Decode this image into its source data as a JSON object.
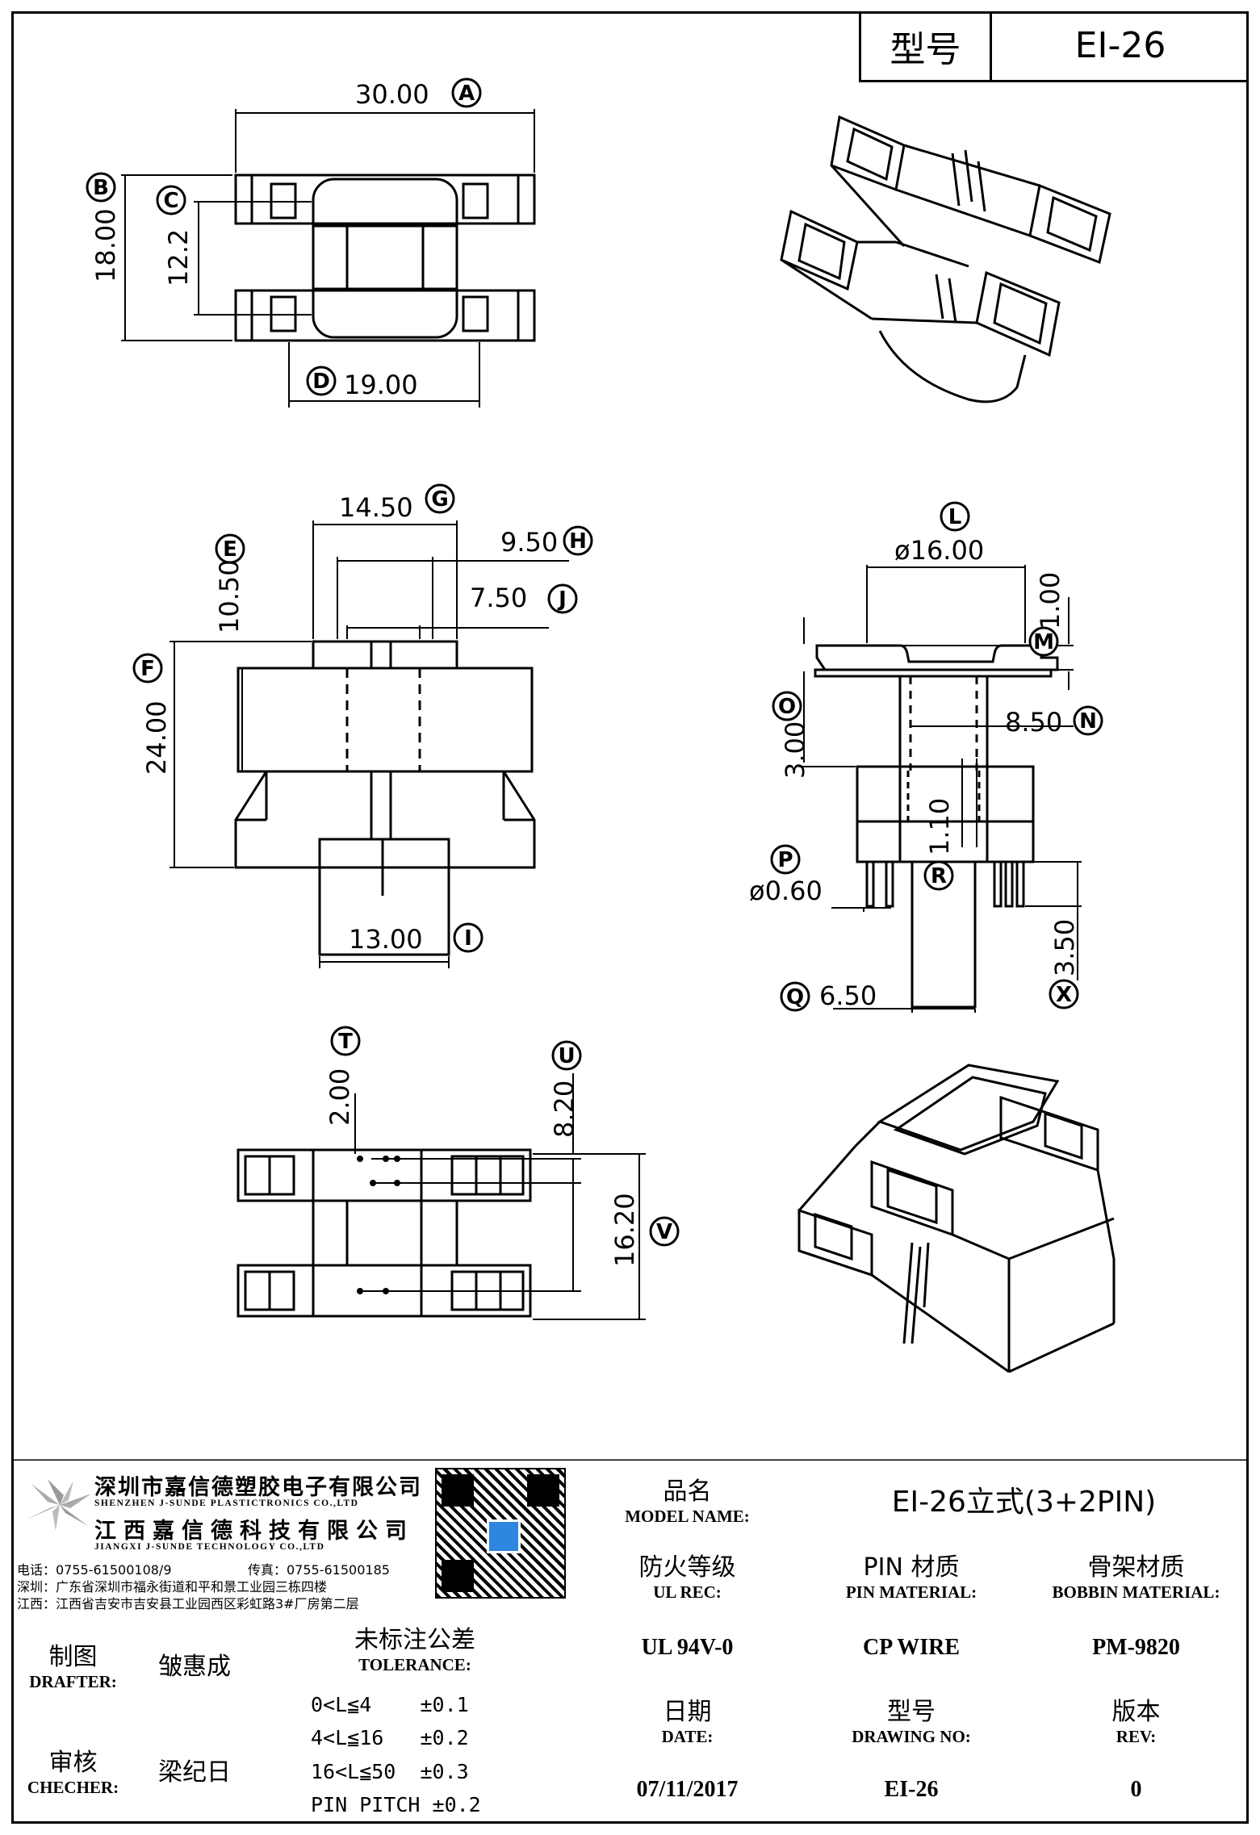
{
  "header": {
    "model_label": "型号",
    "model_value": "EI-26"
  },
  "dimensions": {
    "A": "30.00",
    "B": "18.00",
    "C": "12.2",
    "D": "19.00",
    "E": "10.50",
    "F": "24.00",
    "G": "14.50",
    "H": "9.50",
    "I": "13.00",
    "J": "7.50",
    "L": "ø16.00",
    "M": "1.00",
    "N": "8.50",
    "O": "3.00",
    "P": "ø0.60",
    "Q": "6.50",
    "R": "1.10",
    "X": "3.50",
    "T": "2.00",
    "U": "8.20",
    "V": "16.20"
  },
  "dimension_letters": [
    "A",
    "B",
    "C",
    "D",
    "E",
    "F",
    "G",
    "H",
    "I",
    "J",
    "L",
    "M",
    "N",
    "O",
    "P",
    "Q",
    "R",
    "X",
    "T",
    "U",
    "V"
  ],
  "company": {
    "name_cn_1": "深圳市嘉信德塑胶电子有限公司",
    "name_en_1": "SHENZHEN J-SUNDE PLASTICTRONICS CO.,LTD",
    "name_cn_2": "江西嘉信德科技有限公司",
    "name_en_2": "JIANGXI J-SUNDE TECHNOLOGY CO.,LTD",
    "phone": "电话：0755-61500108/9",
    "fax": "传真：0755-61500185",
    "addr_sz": "深圳：广东省深圳市福永街道和平和景工业园三栋四楼",
    "addr_jx": "江西：江西省吉安市吉安县工业园西区彩虹路3#厂房第二层"
  },
  "title_block": {
    "model_name_cn": "品名",
    "model_name_en": "MODEL NAME:",
    "model_name_value": "EI-26立式(3+2PIN)",
    "ul_cn": "防火等级",
    "ul_en": "UL REC:",
    "ul_value": "UL 94V-0",
    "pin_cn": "PIN 材质",
    "pin_en": "PIN MATERIAL:",
    "pin_value": "CP WIRE",
    "bobbin_cn": "骨架材质",
    "bobbin_en": "BOBBIN MATERIAL:",
    "bobbin_value": "PM-9820",
    "drafter_cn": "制图",
    "drafter_en": "DRAFTER:",
    "drafter_value": "皱惠成",
    "checker_cn": "审核",
    "checker_en": "CHECHER:",
    "checker_value": "梁纪日",
    "tol_cn": "未标注公差",
    "tol_en": "TOLERANCE:",
    "tolerances": [
      "0<L≦4    ±0.1",
      "4<L≦16   ±0.2",
      "16<L≦50  ±0.3",
      "PIN PITCH ±0.2"
    ],
    "date_cn": "日期",
    "date_en": "DATE:",
    "date_value": "07/11/2017",
    "drawing_cn": "型号",
    "drawing_en": "DRAWING NO:",
    "drawing_value": "EI-26",
    "rev_cn": "版本",
    "rev_en": "REV:",
    "rev_value": "0"
  }
}
